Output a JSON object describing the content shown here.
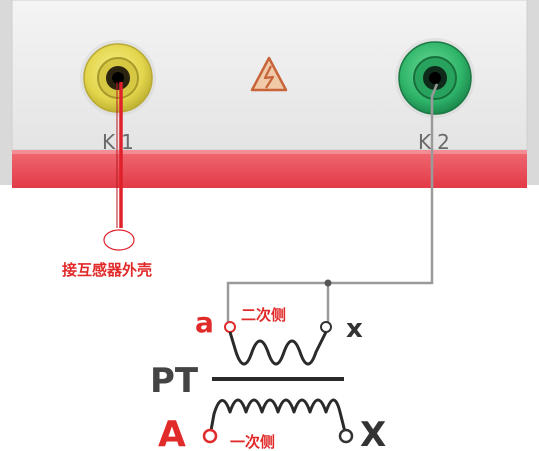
{
  "panel": {
    "terminal_k1": {
      "label": "K1",
      "color": "#e6dc57"
    },
    "terminal_k2": {
      "label": "K2",
      "color": "#2fb56a"
    },
    "warning_icon": "high-voltage-warning-icon",
    "strip_color": "#e94a55"
  },
  "annotations": {
    "ground_note": "接互感器外壳",
    "secondary_side": "二次侧",
    "primary_side": "一次侧",
    "transformer_label": "PT",
    "terminal_a_secondary": "a",
    "terminal_x_secondary": "x",
    "terminal_a_primary": "A",
    "terminal_x_primary": "X"
  },
  "colors": {
    "red_wire": "#e0202a",
    "gray_wire": "#9a9a9a",
    "coil": "#2a2a2a",
    "label_red": "#e12a2a",
    "label_dark": "#444444"
  }
}
